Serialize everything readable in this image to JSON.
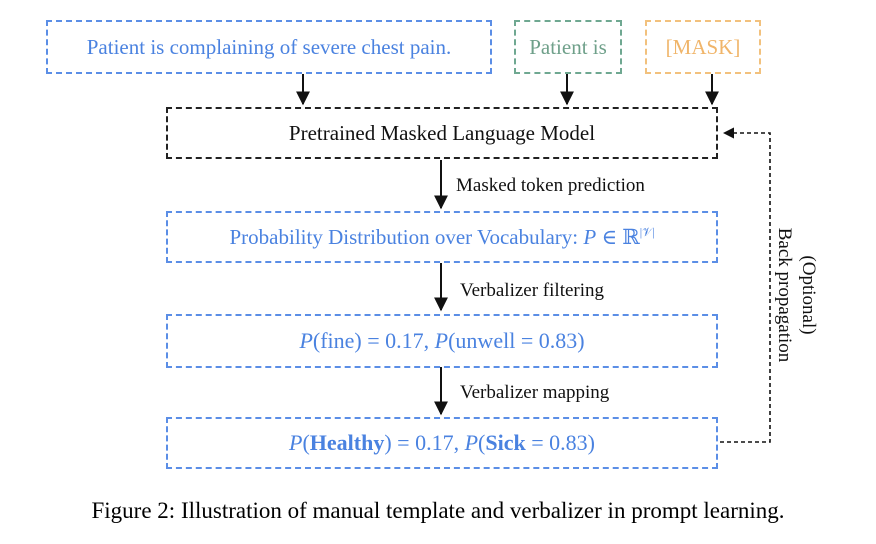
{
  "inputs": {
    "sentence": "Patient is complaining of severe chest pain.",
    "template": "Patient is",
    "mask": "[MASK]"
  },
  "model": {
    "label": "Pretrained Masked Language Model"
  },
  "distribution": {
    "text": "Probability Distribution over Vocabulary: ",
    "formula_P": "P",
    "formula_in": " ∈ ℝ",
    "formula_sup": "|𝒱|"
  },
  "filtered": {
    "p1": "P",
    "w1": "(fine) = 0.17, ",
    "p2": "P",
    "w2": "(unwell = 0.83)"
  },
  "mapped": {
    "p1": "P",
    "open1": "(",
    "b1": "Healthy",
    "rest1": ") = 0.17, ",
    "p2": "P",
    "open2": "(",
    "b2": "Sick",
    "rest2": " = 0.83)"
  },
  "steps": {
    "prediction": "Masked token prediction",
    "filtering": "Verbalizer filtering",
    "mapping": "Verbalizer mapping"
  },
  "feedback": {
    "line1": "(Optional)",
    "line2": "Back propagation"
  },
  "caption": "Figure 2: Illustration of manual template and verbalizer in prompt learning.",
  "colors": {
    "blue": "#4a82e0",
    "green": "#6fa08a",
    "orange": "#f0b56a"
  }
}
